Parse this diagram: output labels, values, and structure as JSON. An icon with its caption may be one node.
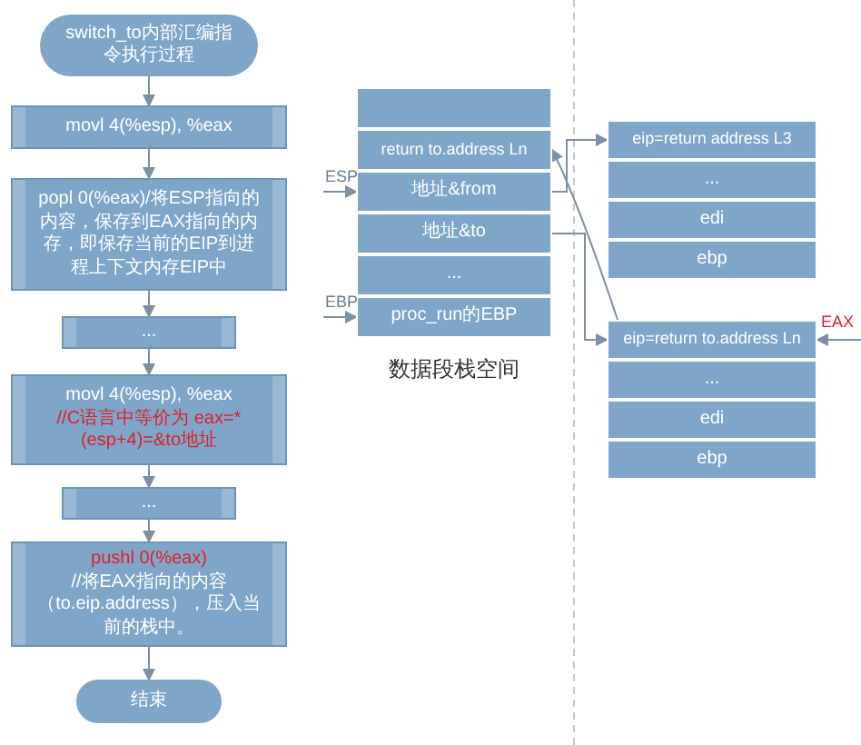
{
  "diagram": {
    "nodes": [
      {
        "text": [
          "switch_to内部汇编指令执行过程"
        ]
      },
      {
        "text": [
          "movl 4(%esp), %eax"
        ]
      },
      {
        "text": [
          "popl 0(%eax)/将ESP指向的内容，保存到EAX指向的内存，即保存当前的EIP到进程上下文内存EIP中"
        ]
      },
      {
        "text": [
          "..."
        ]
      },
      {
        "text": [
          "movl 4(%esp), %eax",
          "//C语言中等价为 eax=*(esp+4)=&to地址"
        ]
      },
      {
        "text": [
          "..."
        ]
      },
      {
        "text": [
          "pushl 0(%eax)",
          "//将EAX指向的内容（to.eip.address），压入当前的栈中。"
        ]
      },
      {
        "text": [
          "结束"
        ]
      },
      {
        "text": [],
        "shape": "box"
      },
      {
        "text": [
          "return to.address Ln"
        ]
      },
      {
        "text": [
          "地址&from"
        ]
      },
      {
        "text": [
          "地址&to"
        ]
      },
      {
        "text": [
          "..."
        ]
      },
      {
        "text": [
          "proc_run的EBP"
        ]
      },
      {
        "text": [
          "eip=return address L3"
        ]
      },
      {
        "text": [
          "..."
        ]
      },
      {
        "text": [
          "edi"
        ]
      },
      {
        "text": [
          "ebp"
        ]
      },
      {
        "text": [
          "eip=return to.address Ln"
        ]
      },
      {
        "text": [
          "..."
        ]
      },
      {
        "text": [
          "edi"
        ]
      },
      {
        "text": [
          "ebp"
        ]
      }
    ],
    "edges": [
      {
        "from": 0,
        "to": 1,
        "arrow": "to"
      },
      {
        "from": 1,
        "to": 2,
        "arrow": "to"
      },
      {
        "from": 2,
        "to": 3,
        "arrow": "to"
      },
      {
        "from": 3,
        "to": 4,
        "arrow": "to"
      },
      {
        "from": 4,
        "to": 5,
        "arrow": "to"
      },
      {
        "from": 5,
        "to": 6,
        "arrow": "to"
      },
      {
        "from": 6,
        "to": 7,
        "arrow": "to"
      },
      {
        "from": null,
        "to": 10,
        "arrow": "to",
        "label": "ESP"
      },
      {
        "from": null,
        "to": 13,
        "arrow": "to",
        "label": "EBP"
      },
      {
        "from": 10,
        "to": 14,
        "arrow": "to"
      },
      {
        "from": 11,
        "to": 18,
        "arrow": "to"
      },
      {
        "from": 18,
        "to": 9,
        "arrow": "to"
      },
      {
        "from": null,
        "to": 18,
        "arrow": "to",
        "label": "EAX"
      }
    ],
    "labels": [
      "数据段栈空间"
    ]
  }
}
